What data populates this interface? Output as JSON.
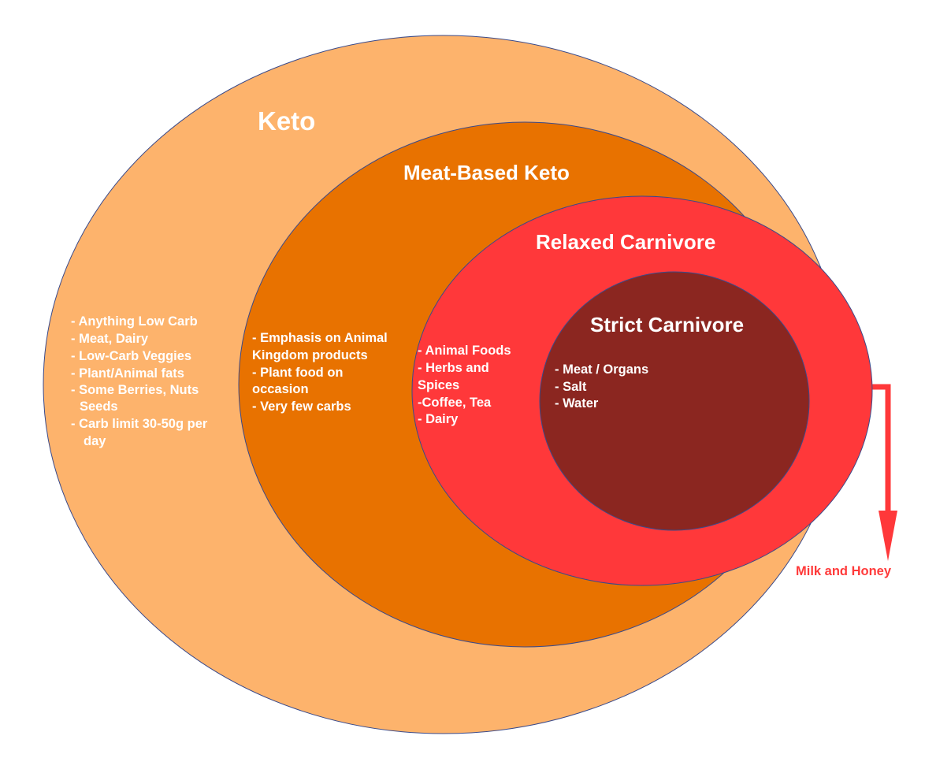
{
  "colors": {
    "keto": "#fdb36c",
    "meat_based_keto": "#e87200",
    "relaxed_carnivore": "#ff383a",
    "strict_carnivore": "#8b2620",
    "arrow": "#ff383a",
    "outline": "#3a4a8a"
  },
  "keto": {
    "title": "Keto",
    "items": [
      "- Anything Low Carb",
      "- Meat, Dairy",
      "- Low-Carb Veggies",
      "- Plant/Animal fats",
      "- Some Berries, Nuts",
      "Seeds",
      "- Carb limit 30-50g per",
      "day"
    ]
  },
  "meat_based_keto": {
    "title": "Meat-Based Keto",
    "items": [
      "- Emphasis on Animal",
      "Kingdom products",
      "- Plant food on",
      "occasion",
      "- Very few carbs"
    ]
  },
  "relaxed_carnivore": {
    "title": "Relaxed Carnivore",
    "items": [
      "- Animal Foods",
      "- Herbs and",
      "Spices",
      "-Coffee, Tea",
      "- Dairy"
    ]
  },
  "strict_carnivore": {
    "title": "Strict Carnivore",
    "items": [
      "- Meat / Organs",
      "- Salt",
      "- Water"
    ]
  },
  "arrow_label": "Milk and Honey"
}
